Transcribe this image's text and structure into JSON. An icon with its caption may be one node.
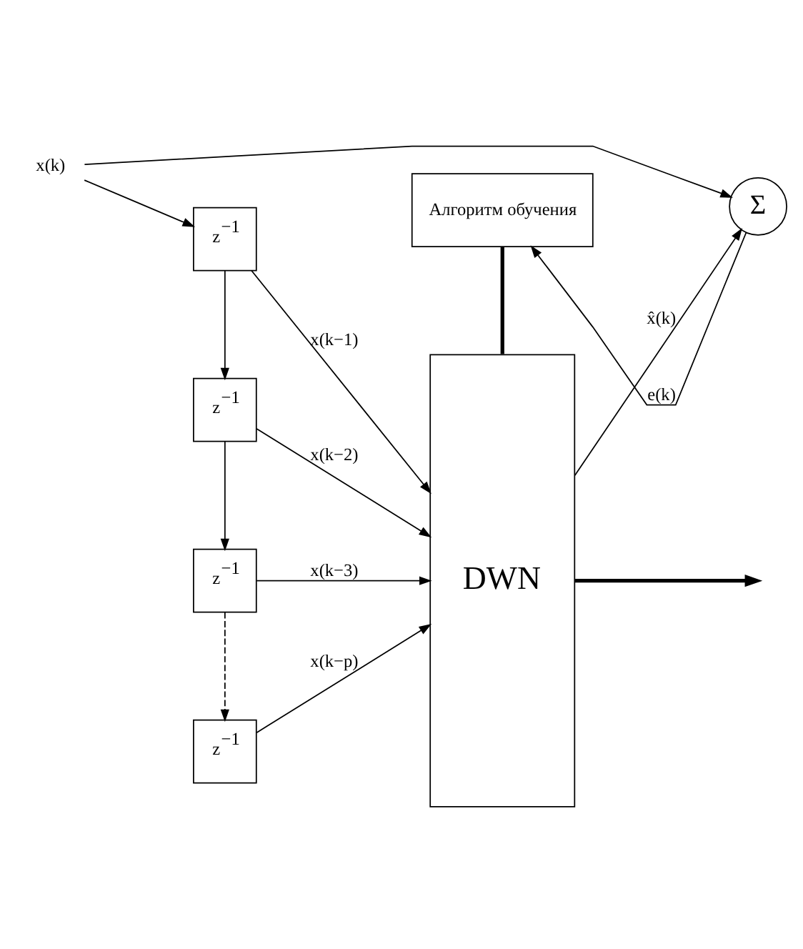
{
  "diagram": {
    "nodes": [
      {
        "text": [
          "x(k)"
        ]
      },
      {
        "text": [
          "z$^{−1}$"
        ]
      },
      {
        "text": [
          "z$^{−1}$"
        ]
      },
      {
        "text": [
          "z$^{−1}$"
        ]
      },
      {
        "text": [
          "z$^{−1}$"
        ]
      },
      {
        "text": [
          "DWN"
        ]
      },
      {
        "text": [
          "Σ"
        ]
      },
      {
        "text": [
          "Алгоритм обучения"
        ]
      }
    ],
    "edges": [
      {
        "from": 0,
        "to": 1,
        "arrow": "to"
      },
      {
        "from": 0,
        "to": 6,
        "arrow": "to"
      },
      {
        "from": 1,
        "to": 2,
        "arrow": "to"
      },
      {
        "from": 1,
        "to": 5,
        "arrow": "to",
        "label": "x(k−1)"
      },
      {
        "from": 2,
        "to": 3,
        "arrow": "to"
      },
      {
        "from": 2,
        "to": 5,
        "arrow": "to",
        "label": "x(k−2)"
      },
      {
        "from": 3,
        "to": 4,
        "arrow": "to",
        "style": "dashed"
      },
      {
        "from": 3,
        "to": 5,
        "arrow": "to",
        "label": "x(k−3)"
      },
      {
        "from": 4,
        "to": 5,
        "arrow": "to",
        "label": "x(k−p)"
      },
      {
        "from": 5,
        "to": 6,
        "arrow": "to",
        "label": "x̂(k)"
      },
      {
        "from": 6,
        "to": 7,
        "arrow": "to",
        "label": "e(k)"
      },
      {
        "from": 5,
        "to": 7,
        "arrow": "none",
        "style": "thick"
      },
      {
        "from": 5,
        "to": null,
        "arrow": "to",
        "style": "thick"
      }
    ]
  }
}
